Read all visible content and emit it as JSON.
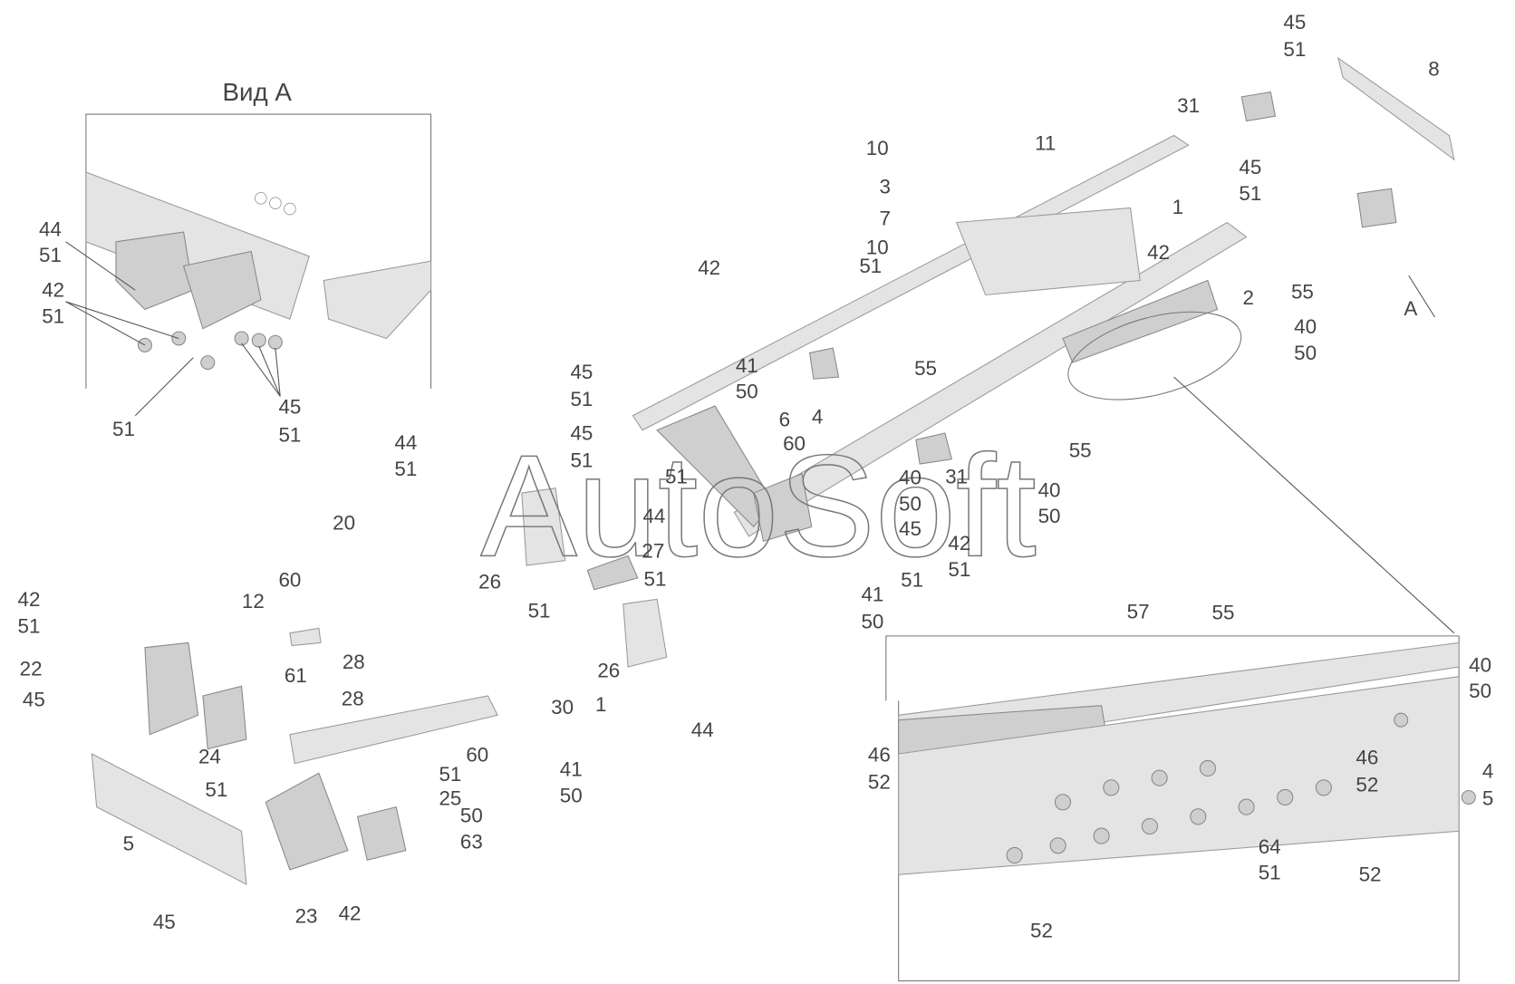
{
  "diagram": {
    "view_title": "Вид А",
    "watermark": "AutoSoft",
    "callouts": [
      "44",
      "51",
      "42",
      "51",
      "51",
      "45",
      "51",
      "45",
      "51",
      "8",
      "31",
      "45",
      "51",
      "10",
      "11",
      "3",
      "1",
      "7",
      "10",
      "42",
      "51",
      "42",
      "55",
      "2",
      "A",
      "40",
      "50",
      "45",
      "41",
      "51",
      "50",
      "55",
      "6",
      "4",
      "45",
      "51",
      "60",
      "55",
      "44",
      "51",
      "51",
      "40",
      "31",
      "40",
      "50",
      "50",
      "45",
      "20",
      "44",
      "42",
      "27",
      "51",
      "26",
      "51",
      "51",
      "51",
      "41",
      "50",
      "60",
      "12",
      "42",
      "51",
      "28",
      "61",
      "26",
      "22",
      "45",
      "28",
      "30",
      "1",
      "24",
      "60",
      "51",
      "44",
      "41",
      "51",
      "50",
      "25",
      "50",
      "5",
      "63",
      "42",
      "23",
      "45",
      "57",
      "55",
      "40",
      "50",
      "46",
      "52",
      "46",
      "52",
      "4",
      "5",
      "64",
      "51",
      "52",
      "52"
    ]
  }
}
